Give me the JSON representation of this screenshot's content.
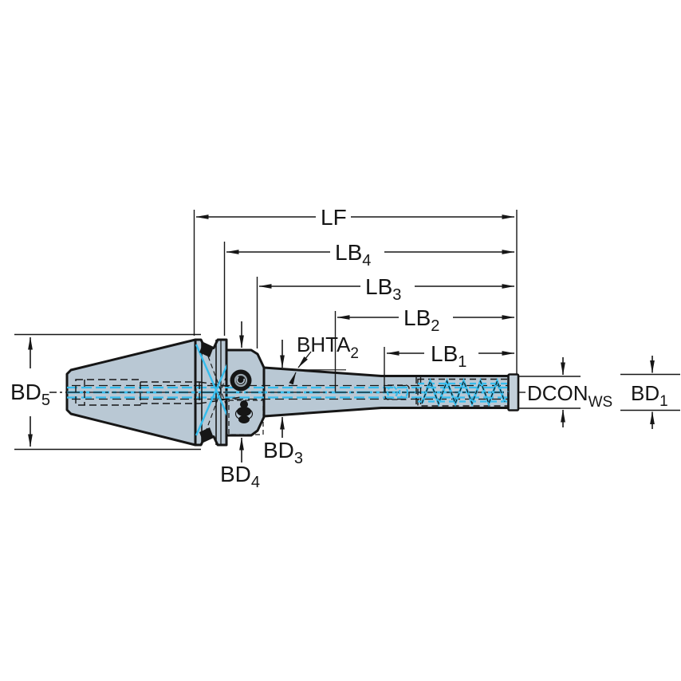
{
  "drawing": {
    "description": "Technical dimension diagram of a taper-shank tool holder (side view, section details in cyan)",
    "colors": {
      "body_fill": "#b9c8d4",
      "cap_fill": "#c3d0da",
      "outline": "#161616",
      "accent_cyan": "#35bdee",
      "dimension_lines": "#161616",
      "background": "#ffffff"
    },
    "dimensions": {
      "lf": {
        "main": "LF",
        "sub": ""
      },
      "lb4": {
        "main": "LB",
        "sub": "4"
      },
      "lb3": {
        "main": "LB",
        "sub": "3"
      },
      "lb2": {
        "main": "LB",
        "sub": "2"
      },
      "lb1": {
        "main": "LB",
        "sub": "1"
      },
      "bhta2": {
        "main": "BHTA",
        "sub": "2"
      },
      "bd5": {
        "main": "BD",
        "sub": "5"
      },
      "bd4": {
        "main": "BD",
        "sub": "4"
      },
      "bd3": {
        "main": "BD",
        "sub": "3"
      },
      "bd1": {
        "main": "BD",
        "sub": "1"
      },
      "dcon": {
        "main": "DCON",
        "sub": "WS"
      }
    }
  }
}
